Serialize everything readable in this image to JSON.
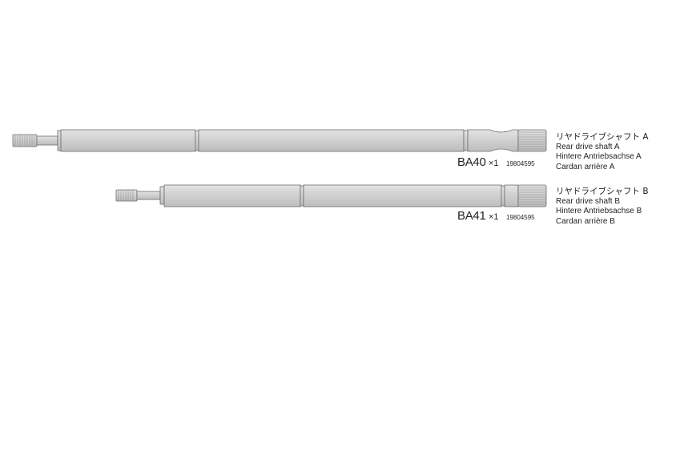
{
  "parts": [
    {
      "code": "BA40",
      "quantity": "×1",
      "part_number": "19804595",
      "name_jp": "リヤドライブシャフト A",
      "name_en": "Rear drive shaft A",
      "name_de": "Hintere Antriebsachse A",
      "name_fr": "Cardan arrière A"
    },
    {
      "code": "BA41",
      "quantity": "×1",
      "part_number": "19804595",
      "name_jp": "リヤドライブシャフト B",
      "name_en": "Rear drive shaft B",
      "name_de": "Hintere Antriebsachse B",
      "name_fr": "Cardan arrière B"
    }
  ],
  "colors": {
    "shaft_fill": "#d0d0d0",
    "shaft_stroke": "#6d6d6d"
  }
}
